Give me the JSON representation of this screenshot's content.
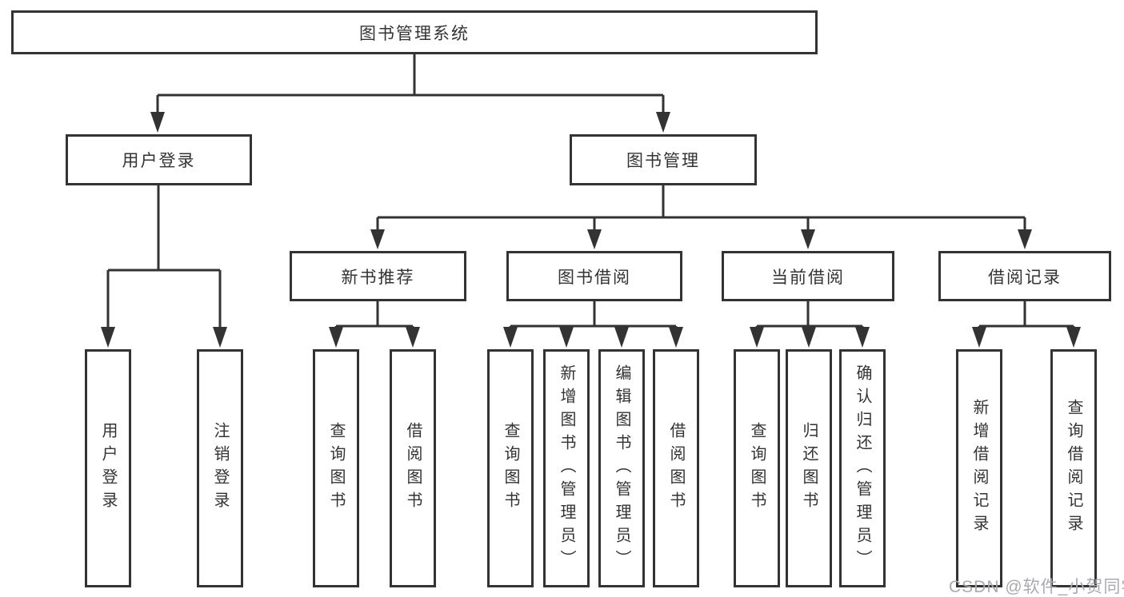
{
  "diagram": {
    "root": {
      "label": "图书管理系统"
    },
    "branches": [
      {
        "label": "用户登录",
        "children": [
          {
            "label": "用户登录"
          },
          {
            "label": "注销登录"
          }
        ]
      },
      {
        "label": "图书管理",
        "children": [
          {
            "label": "新书推荐",
            "children": [
              {
                "label": "查询图书"
              },
              {
                "label": "借阅图书"
              }
            ]
          },
          {
            "label": "图书借阅",
            "children": [
              {
                "label": "查询图书"
              },
              {
                "label": "新增图书（管理员）"
              },
              {
                "label": "编辑图书（管理员）"
              },
              {
                "label": "借阅图书"
              }
            ]
          },
          {
            "label": "当前借阅",
            "children": [
              {
                "label": "查询图书"
              },
              {
                "label": "归还图书"
              },
              {
                "label": "确认归还（管理员）"
              }
            ]
          },
          {
            "label": "借阅记录",
            "children": [
              {
                "label": "新增借阅记录"
              },
              {
                "label": "查询借阅记录"
              }
            ]
          }
        ]
      }
    ]
  },
  "watermark": {
    "text": "CSDN @软件_小贺同学"
  },
  "colors": {
    "line": "#333333",
    "box_border": "#333333",
    "text": "#333333",
    "background": "#ffffff",
    "watermark": "#a9a9b0"
  }
}
